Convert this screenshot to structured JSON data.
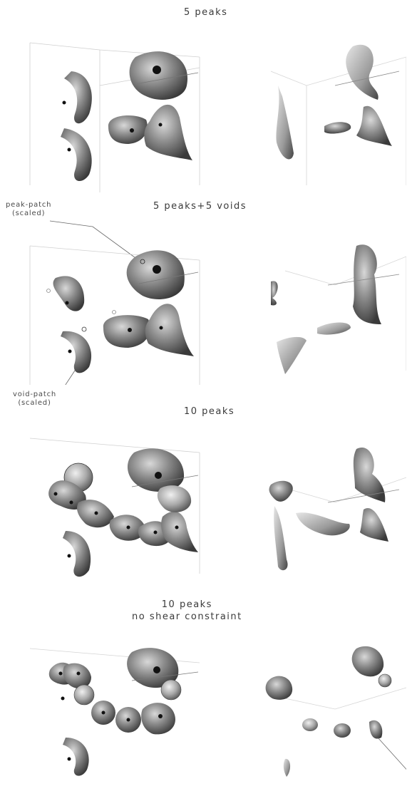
{
  "figure": {
    "panels": [
      {
        "title": "5 peaks"
      },
      {
        "title": "5 peaks+5 voids"
      },
      {
        "title": "10 peaks"
      },
      {
        "title_line1": "10 peaks",
        "title_line2": "no shear constraint"
      }
    ],
    "annotations": {
      "peak_patch_line1": "peak-patch",
      "peak_patch_line2": "(scaled)",
      "void_patch_line1": "void-patch",
      "void_patch_line2": "(scaled)"
    }
  }
}
